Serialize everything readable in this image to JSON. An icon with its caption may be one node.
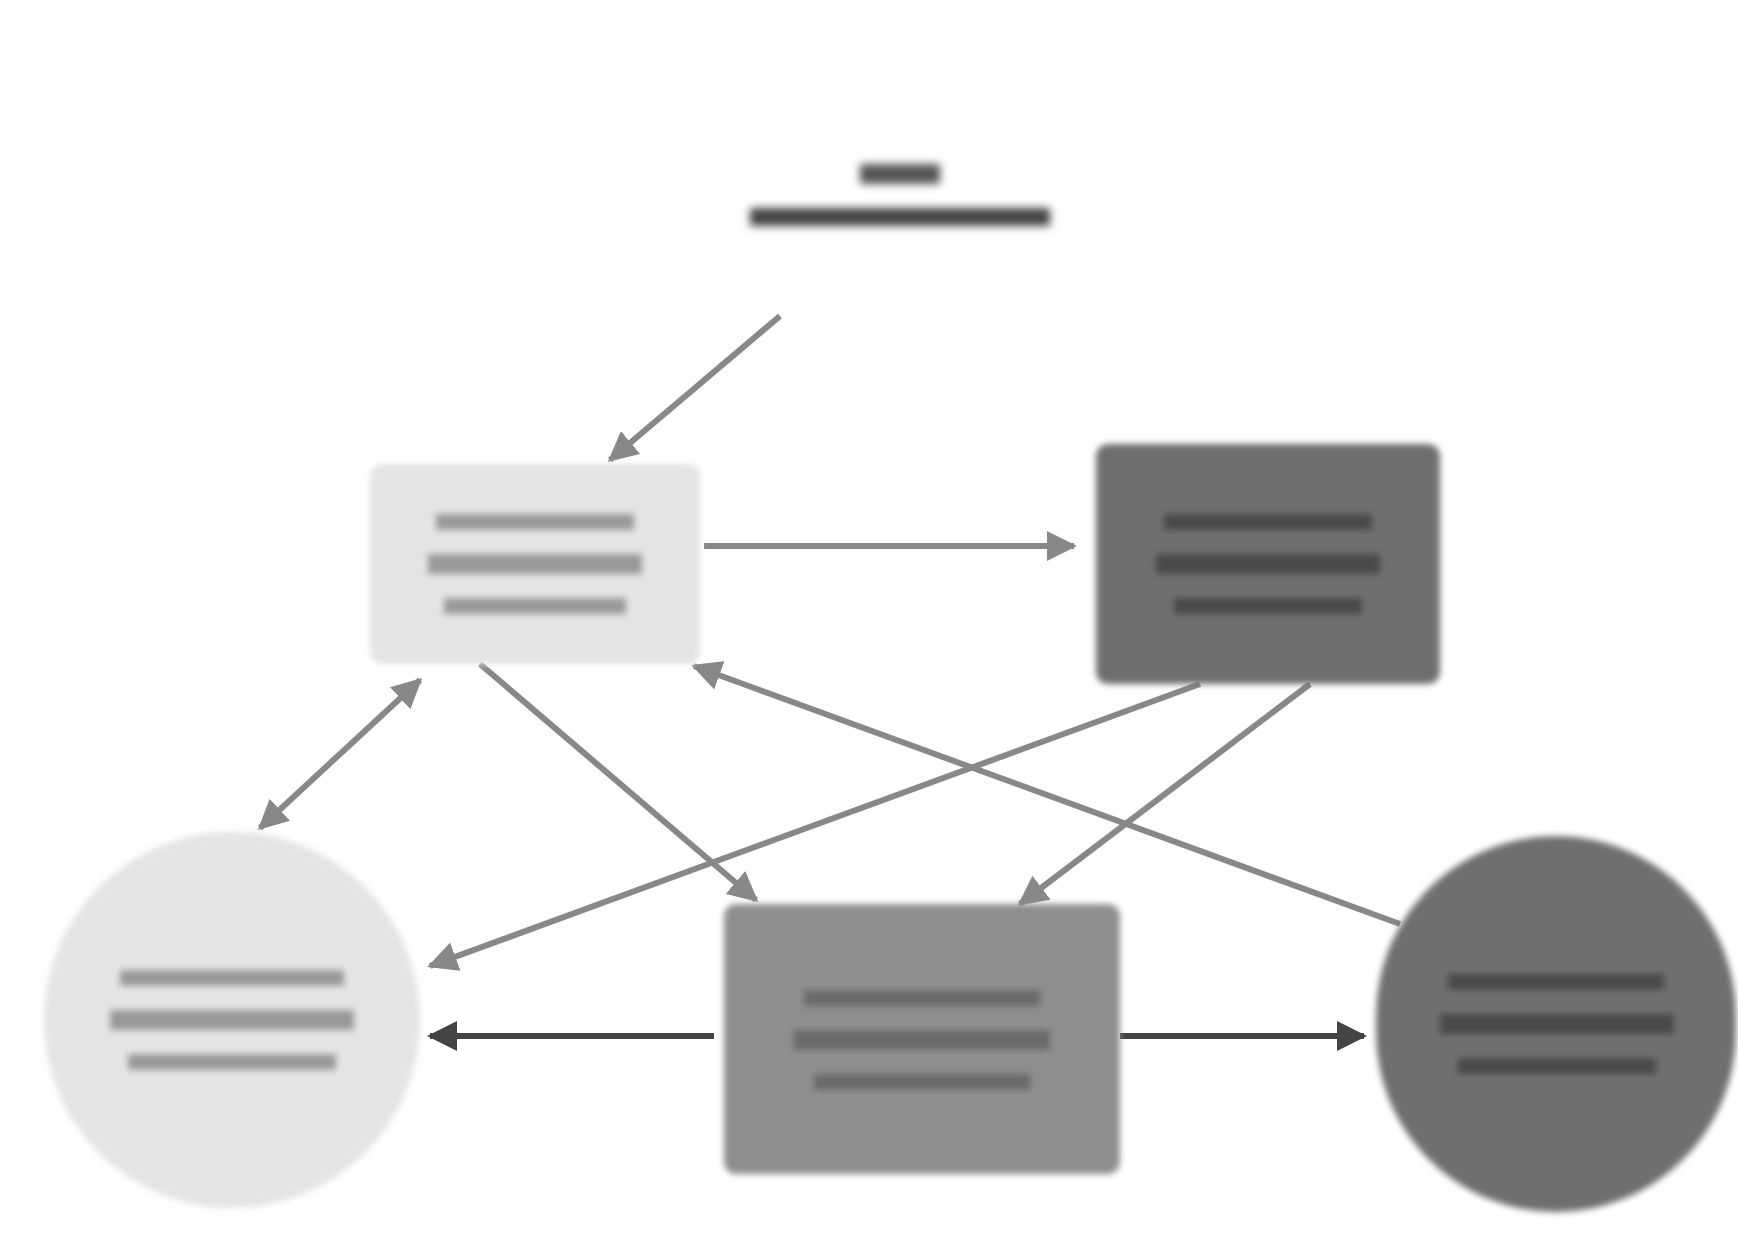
{
  "diagram": {
    "nodes": [
      {
        "text": [],
        "shape": "picture"
      },
      {
        "text": [],
        "shape": "box"
      },
      {
        "text": [],
        "shape": "box"
      },
      {
        "text": [],
        "shape": "circle"
      },
      {
        "text": [],
        "shape": "box"
      },
      {
        "text": [],
        "shape": "circle"
      }
    ],
    "edges": [
      {
        "from": 0,
        "to": 1,
        "arrow": "to"
      },
      {
        "from": 1,
        "to": 2,
        "arrow": "to"
      },
      {
        "from": 1,
        "to": 3,
        "arrow": "both"
      },
      {
        "from": 1,
        "to": 4,
        "arrow": "to"
      },
      {
        "from": 2,
        "to": 3,
        "arrow": "to"
      },
      {
        "from": 2,
        "to": 4,
        "arrow": "to"
      },
      {
        "from": 5,
        "to": 1,
        "arrow": "to"
      },
      {
        "from": 4,
        "to": 3,
        "arrow": "to",
        "color": "#444444"
      },
      {
        "from": 4,
        "to": 5,
        "arrow": "to",
        "color": "#444444"
      }
    ]
  }
}
